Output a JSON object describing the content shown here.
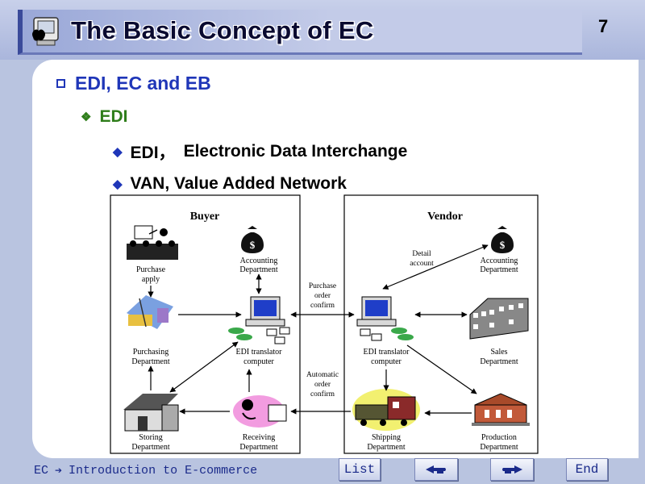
{
  "header": {
    "title": "The Basic Concept of EC",
    "slide_number": "7",
    "icon": "apple-computer-icon"
  },
  "content": {
    "l1": "EDI, EC and EB",
    "l2": "EDI",
    "l3": [
      {
        "a": "EDI，",
        "b": "Electronic Data Interchange"
      },
      {
        "a": "VAN, Value Added Network",
        "b": ""
      }
    ]
  },
  "diagram": {
    "buyer_title": "Buyer",
    "vendor_title": "Vendor",
    "purchase_apply": [
      "Purchase",
      "apply"
    ],
    "buyer_accounting": [
      "Accounting",
      "Department"
    ],
    "purchasing": [
      "Purchasing",
      "Department"
    ],
    "buyer_edi": [
      "EDI translator",
      "computer"
    ],
    "storing": [
      "Storing",
      "Department"
    ],
    "receiving": [
      "Receiving",
      "Department"
    ],
    "purchase_order": [
      "Purchase",
      "order",
      "confirm"
    ],
    "automatic_order": [
      "Automatic",
      "order",
      "confirm"
    ],
    "detail_account": [
      "Detail",
      "account"
    ],
    "vendor_accounting": [
      "Accounting",
      "Department"
    ],
    "vendor_edi": [
      "EDI translator",
      "computer"
    ],
    "sales": [
      "Sales",
      "Department"
    ],
    "shipping": [
      "Shipping",
      "Department"
    ],
    "production": [
      "Production",
      "Department"
    ],
    "dollar": "$"
  },
  "footer": {
    "course_prefix": "EC",
    "course_title": "Introduction to E-commerce",
    "list_label": "List",
    "end_label": "End"
  },
  "colors": {
    "bullet_blue": "#1f36b8",
    "bullet_green": "#2e7d1a",
    "background": "#b9c4e0"
  }
}
